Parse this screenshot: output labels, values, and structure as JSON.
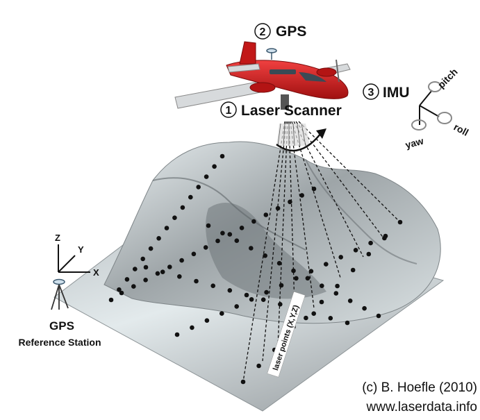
{
  "labels": {
    "gps_number": "2",
    "gps": "GPS",
    "laser_number": "1",
    "laser_scanner": "Laser Scanner",
    "imu_number": "3",
    "imu": "IMU",
    "pitch": "pitch",
    "roll": "roll",
    "yaw": "yaw",
    "axis_z": "Z",
    "axis_y": "Y",
    "axis_x": "X",
    "ref_gps": "GPS",
    "ref_station": "Reference Station",
    "laser_points": "laser points (X,Y,Z)",
    "credit_line1": "(c) B. Hoefle (2010)",
    "credit_line2": "www.laserdata.info"
  },
  "colors": {
    "aircraft": "#d42020",
    "terrain_light": "#e8eef0",
    "terrain_dark": "#8a9296",
    "dots": "#111111"
  }
}
